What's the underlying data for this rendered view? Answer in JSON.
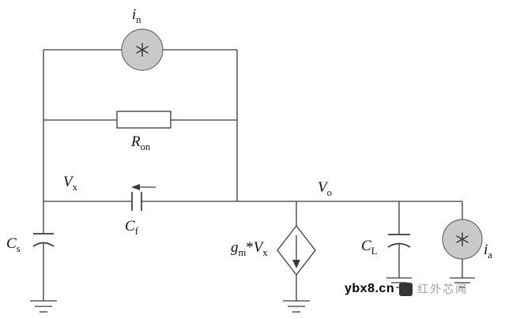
{
  "diagram": {
    "labels": {
      "i_n": {
        "base": "i",
        "sub": "n"
      },
      "R_on": {
        "base": "R",
        "sub": "on"
      },
      "V_x": {
        "base": "V",
        "sub": "x"
      },
      "C_f": {
        "base": "C",
        "sub": "f"
      },
      "C_s": {
        "base": "C",
        "sub": "s"
      },
      "V_o": {
        "base": "V",
        "sub": "o"
      },
      "g_m_V_x": {
        "base": "g",
        "sub": "m",
        "op": "*",
        "base2": "V",
        "sub2": "x"
      },
      "C_L": {
        "base": "C",
        "sub": "L"
      },
      "i_a": {
        "base": "i",
        "sub": "a"
      }
    },
    "colors": {
      "wire": "#3a3a3a",
      "source_fill": "#c9c9c9",
      "background": "#ffffff"
    }
  },
  "watermark": {
    "site": "ybx8.cn",
    "brand": "红外芯闻"
  }
}
